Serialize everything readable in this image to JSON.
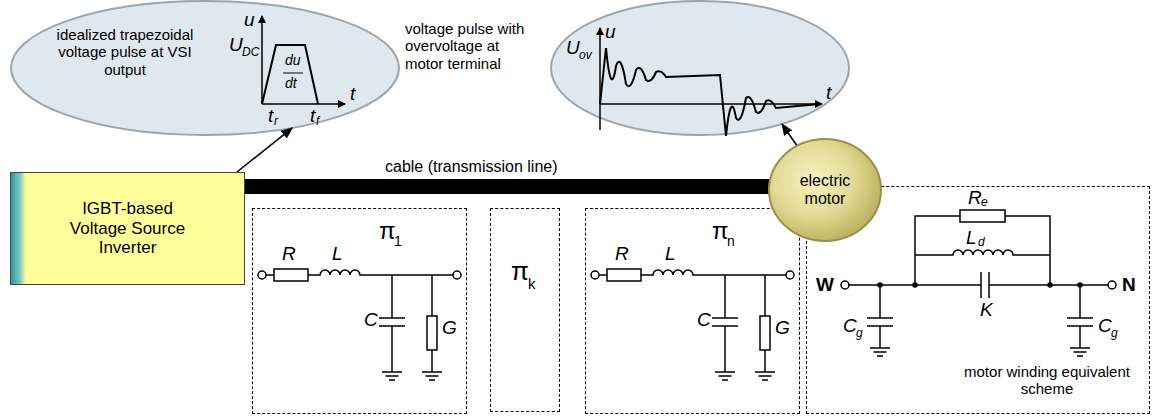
{
  "diagram": {
    "nodes": [
      {
        "text": [
          "IGBT-based Voltage Source Inverter"
        ]
      },
      {
        "text": [
          "electric motor"
        ]
      },
      {
        "text": [
          "idealized trapezoidal voltage pulse at VSI output"
        ]
      },
      {
        "text": [
          "voltage pulse with overvoltage at motor terminal"
        ]
      },
      {
        "text": [
          "π",
          "1"
        ]
      },
      {
        "text": [
          "π",
          "k"
        ]
      },
      {
        "text": [
          "π",
          "n"
        ]
      },
      {
        "text": [
          "motor winding equivalent scheme"
        ]
      }
    ],
    "edges": [
      {
        "from": 0,
        "to": 2,
        "arrow": "to"
      },
      {
        "from": 1,
        "to": 3,
        "arrow": "to"
      }
    ],
    "labels": [
      "cable (transmission line)",
      "u",
      "U",
      "DC",
      "du",
      "dt",
      "t",
      "t",
      "r",
      "t",
      "f",
      "u",
      "U",
      "ov",
      "t",
      "R",
      "L",
      "C",
      "G",
      "R",
      "L",
      "C",
      "G",
      "R",
      "e",
      "L",
      "d",
      "W",
      "K",
      "N",
      "C",
      "g",
      "C",
      "g"
    ]
  }
}
